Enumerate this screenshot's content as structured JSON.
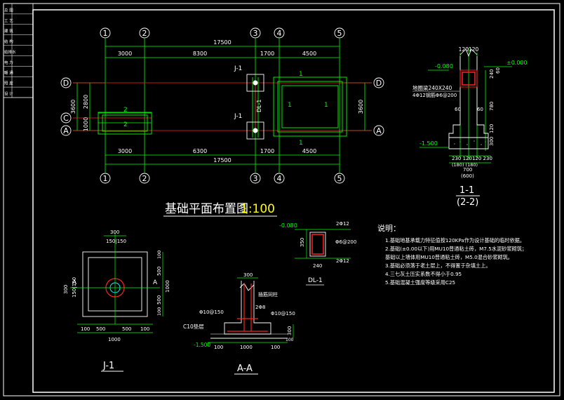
{
  "title_block": {
    "rows": [
      "总 图",
      "工 艺",
      "建 筑",
      "结 构",
      "给排水",
      "电 力",
      "暖 通",
      "照 度",
      "设 计"
    ]
  },
  "plan": {
    "title": "基础平面布置图",
    "scale": "1:100",
    "axes_top": [
      "1",
      "2",
      "3",
      "4",
      "5"
    ],
    "axes_side_left": [
      "D",
      "C",
      "A"
    ],
    "axes_side_right": [
      "D",
      "A"
    ],
    "dims_top_total": "17500",
    "dims_top_parts": [
      "3000",
      "8300",
      "1700",
      "4500"
    ],
    "dims_bottom_total": "17500",
    "dims_bottom_parts": [
      "3000",
      "6300",
      "1700",
      "4500"
    ],
    "dims_left_outer": "3600",
    "dims_left_inner": "2800",
    "dims_left_small": "1000",
    "dims_right": "3600",
    "labels": {
      "j1_a": "J-1",
      "j1_b": "J-1",
      "dl1": "DL-1",
      "one": "1",
      "two": "2"
    }
  },
  "section_11": {
    "title": "1-1",
    "subtitle": "(2-2)",
    "top_dim": "120120",
    "elev_left": "-0.080",
    "elev_right": "±0.000",
    "elev_bottom": "-1.500",
    "beam_note": "地圈梁240X240",
    "rebar_note": "4Φ12钢筋Φ6@200",
    "right_dims": [
      "240",
      "60",
      "780",
      "120",
      "300"
    ],
    "side_60": "60",
    "bottom_dims": "230 120120 230",
    "bottom_dims2": "(180)        (180)",
    "bottom_total": "700",
    "bottom_total2": "(600)"
  },
  "dl1": {
    "title": "DL-1",
    "elev": "-0.080",
    "top_rebar": "2Φ12",
    "stirrup": "Φ6@200",
    "bottom_rebar": "2Φ12",
    "height": "350",
    "width": "240"
  },
  "j1_plan": {
    "title": "J-1",
    "top_dim": "300",
    "top_sub": "150|150",
    "left_dims": [
      "300",
      "150|150"
    ],
    "right_dims": [
      "100",
      "500",
      "1000",
      "500",
      "100"
    ],
    "bottom_dims": [
      "100",
      "500",
      "500",
      "100"
    ],
    "bottom_total": "1000",
    "mark_a": "A"
  },
  "section_aa": {
    "title": "A-A",
    "top_dim": "300",
    "col_note": "插筋同柱",
    "rebar_a": "2Φ8",
    "rebar_l": "Φ10@150",
    "rebar_r": "Φ10@150",
    "cushion": "C10垫层",
    "elev": "-1.500",
    "bottom_dims": [
      "100",
      "1000",
      "100"
    ],
    "right_dims": [
      "300",
      "100"
    ]
  },
  "notes": {
    "heading": "说明：",
    "lines": [
      "1.基础地基承载力特征值按120KPa作为设计基础的临时依据。",
      "2.基础(±0.00以下)用MU10普通粘土砖，M7.5水泥砂浆砌筑；",
      "  基础以上墙体用MU10普通粘土砖，M5.0混合砂浆砌筑。",
      "3.基础必须落于老土层上，不得置于杂填土上。",
      "4.三七灰土压实系数不得小于0.95",
      "5.基础混凝土强度等级采用C25"
    ]
  }
}
